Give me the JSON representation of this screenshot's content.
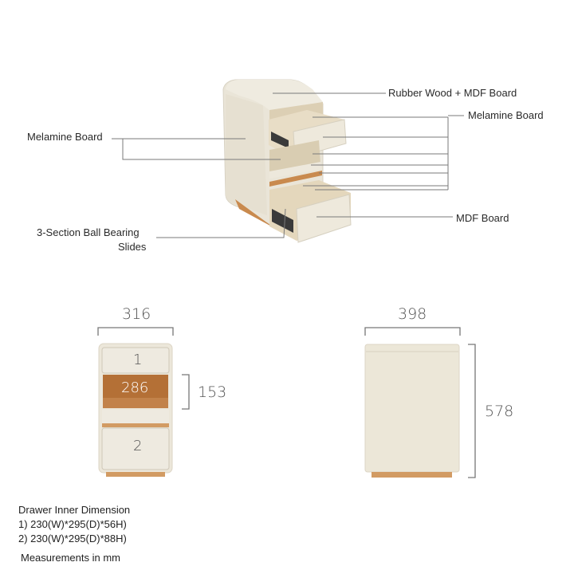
{
  "callouts": {
    "top": "Rubber Wood + MDF Board",
    "right_melamine": "Melamine Board",
    "left_melamine": "Melamine Board",
    "mdf": "MDF Board",
    "slides_line1": "3-Section Ball Bearing",
    "slides_line2": "Slides"
  },
  "front_view": {
    "width": "316",
    "drawer1": "1",
    "inner_width": "286",
    "opening_height": "153",
    "drawer2": "2"
  },
  "side_view": {
    "depth": "398",
    "height": "578"
  },
  "notes": {
    "title": "Drawer Inner Dimension",
    "line1": "1) 230(W)*295(D)*56H)",
    "line2": "2) 230(W)*295(D)*88H)",
    "units": "Measurements in mm"
  },
  "colors": {
    "cream": "#ECE7DA",
    "wood": "#C98A4E",
    "wood_dark": "#A9652F",
    "line": "#7a7a7a"
  }
}
